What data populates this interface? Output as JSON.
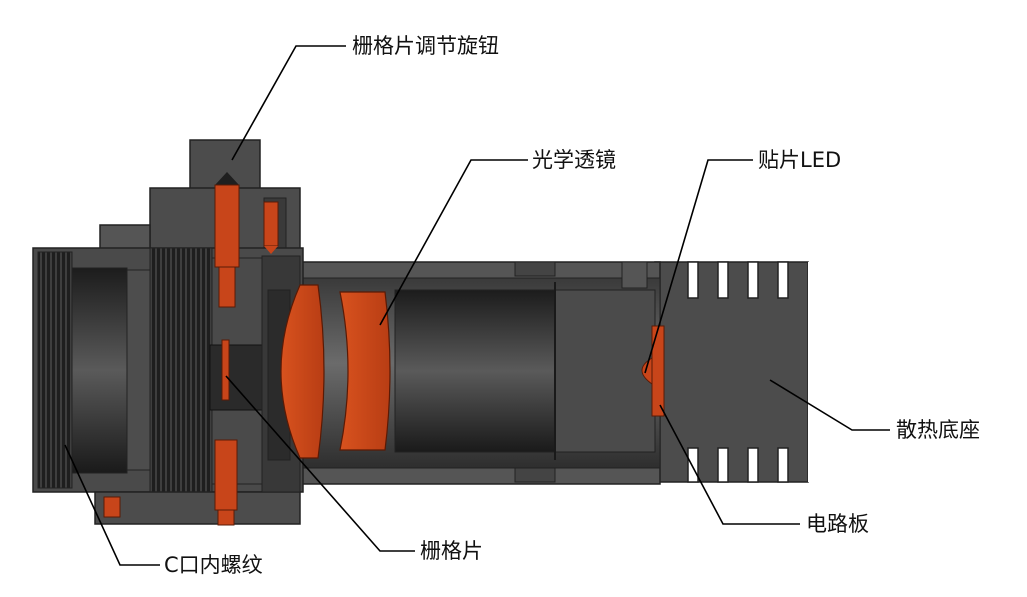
{
  "labels": {
    "knob": "栅格片调节旋钮",
    "lens": "光学透镜",
    "led": "贴片LED",
    "heatsink": "散热底座",
    "pcb": "电路板",
    "grating": "栅格片",
    "c_mount": "C口内螺纹"
  },
  "colors": {
    "body_dark": "#2b2b2b",
    "body_mid": "#4a4a4a",
    "body_light": "#666666",
    "highlight_orange": "#c8451a",
    "leader": "#000000"
  }
}
